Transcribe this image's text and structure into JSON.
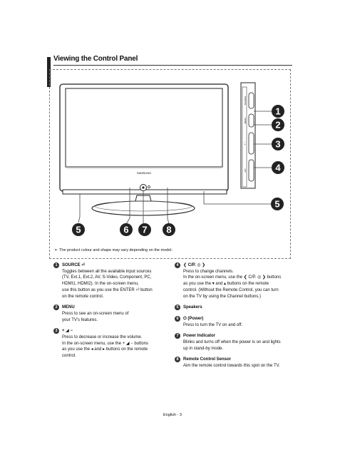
{
  "section_title": "Viewing the Control Panel",
  "brand": "SAMSUNG",
  "callouts": {
    "c1": "1",
    "c2": "2",
    "c3": "3",
    "c4": "4",
    "c5r": "5",
    "c5l": "5",
    "c6": "6",
    "c7": "7",
    "c8": "8"
  },
  "panel_labels": {
    "source": "SOURCE",
    "menu": "MENU",
    "vol": "+ −",
    "ch": "C/P"
  },
  "note": "The product colour and shape may vary depending on the model.",
  "items_left": [
    {
      "num": "1",
      "title": "SOURCE ⏎",
      "body": "Toggles between all the available input sources\n(TV, Ext.1, Ext.2, AV, S-Video, Component, PC,\nHDMI1, HDMI2). In the on-screen menu,\nuse this button as you use the ENTER ⏎ button\non the remote control."
    },
    {
      "num": "2",
      "title": "MENU",
      "body": "Press to see an on-screen menu of\nyour TV's features."
    },
    {
      "num": "3",
      "title": "+ ◢ −",
      "body": "Press to decrease or increase the volume.\nIn the on-screen menu, use the + ◢ − buttons\nas you use the ◂ and ▸ buttons on the remote\ncontrol."
    }
  ],
  "items_right": [
    {
      "num": "4",
      "title": "❮ C/P. ◎ ❯",
      "body": "Press to change channels.\nIn the on-screen menu, use the ❮ C/P. ◎ ❯ buttons\nas you use the ▾ and ▴ buttons on the remote\ncontrol. (Without the Remote Control, you can turn\non the TV by using the Channel buttons.)"
    },
    {
      "num": "5",
      "title": "Speakers",
      "body": ""
    },
    {
      "num": "6",
      "title": "⏻ (Power)",
      "body": "Press to turn the TV on and off."
    },
    {
      "num": "7",
      "title": "Power Indicator",
      "body": "Blinks and turns off when the power is on and lights\nup in stand-by mode."
    },
    {
      "num": "8",
      "title": "Remote Control Sensor",
      "body": "Aim the remote control towards this spot on the TV."
    }
  ],
  "footer": "English - 3"
}
